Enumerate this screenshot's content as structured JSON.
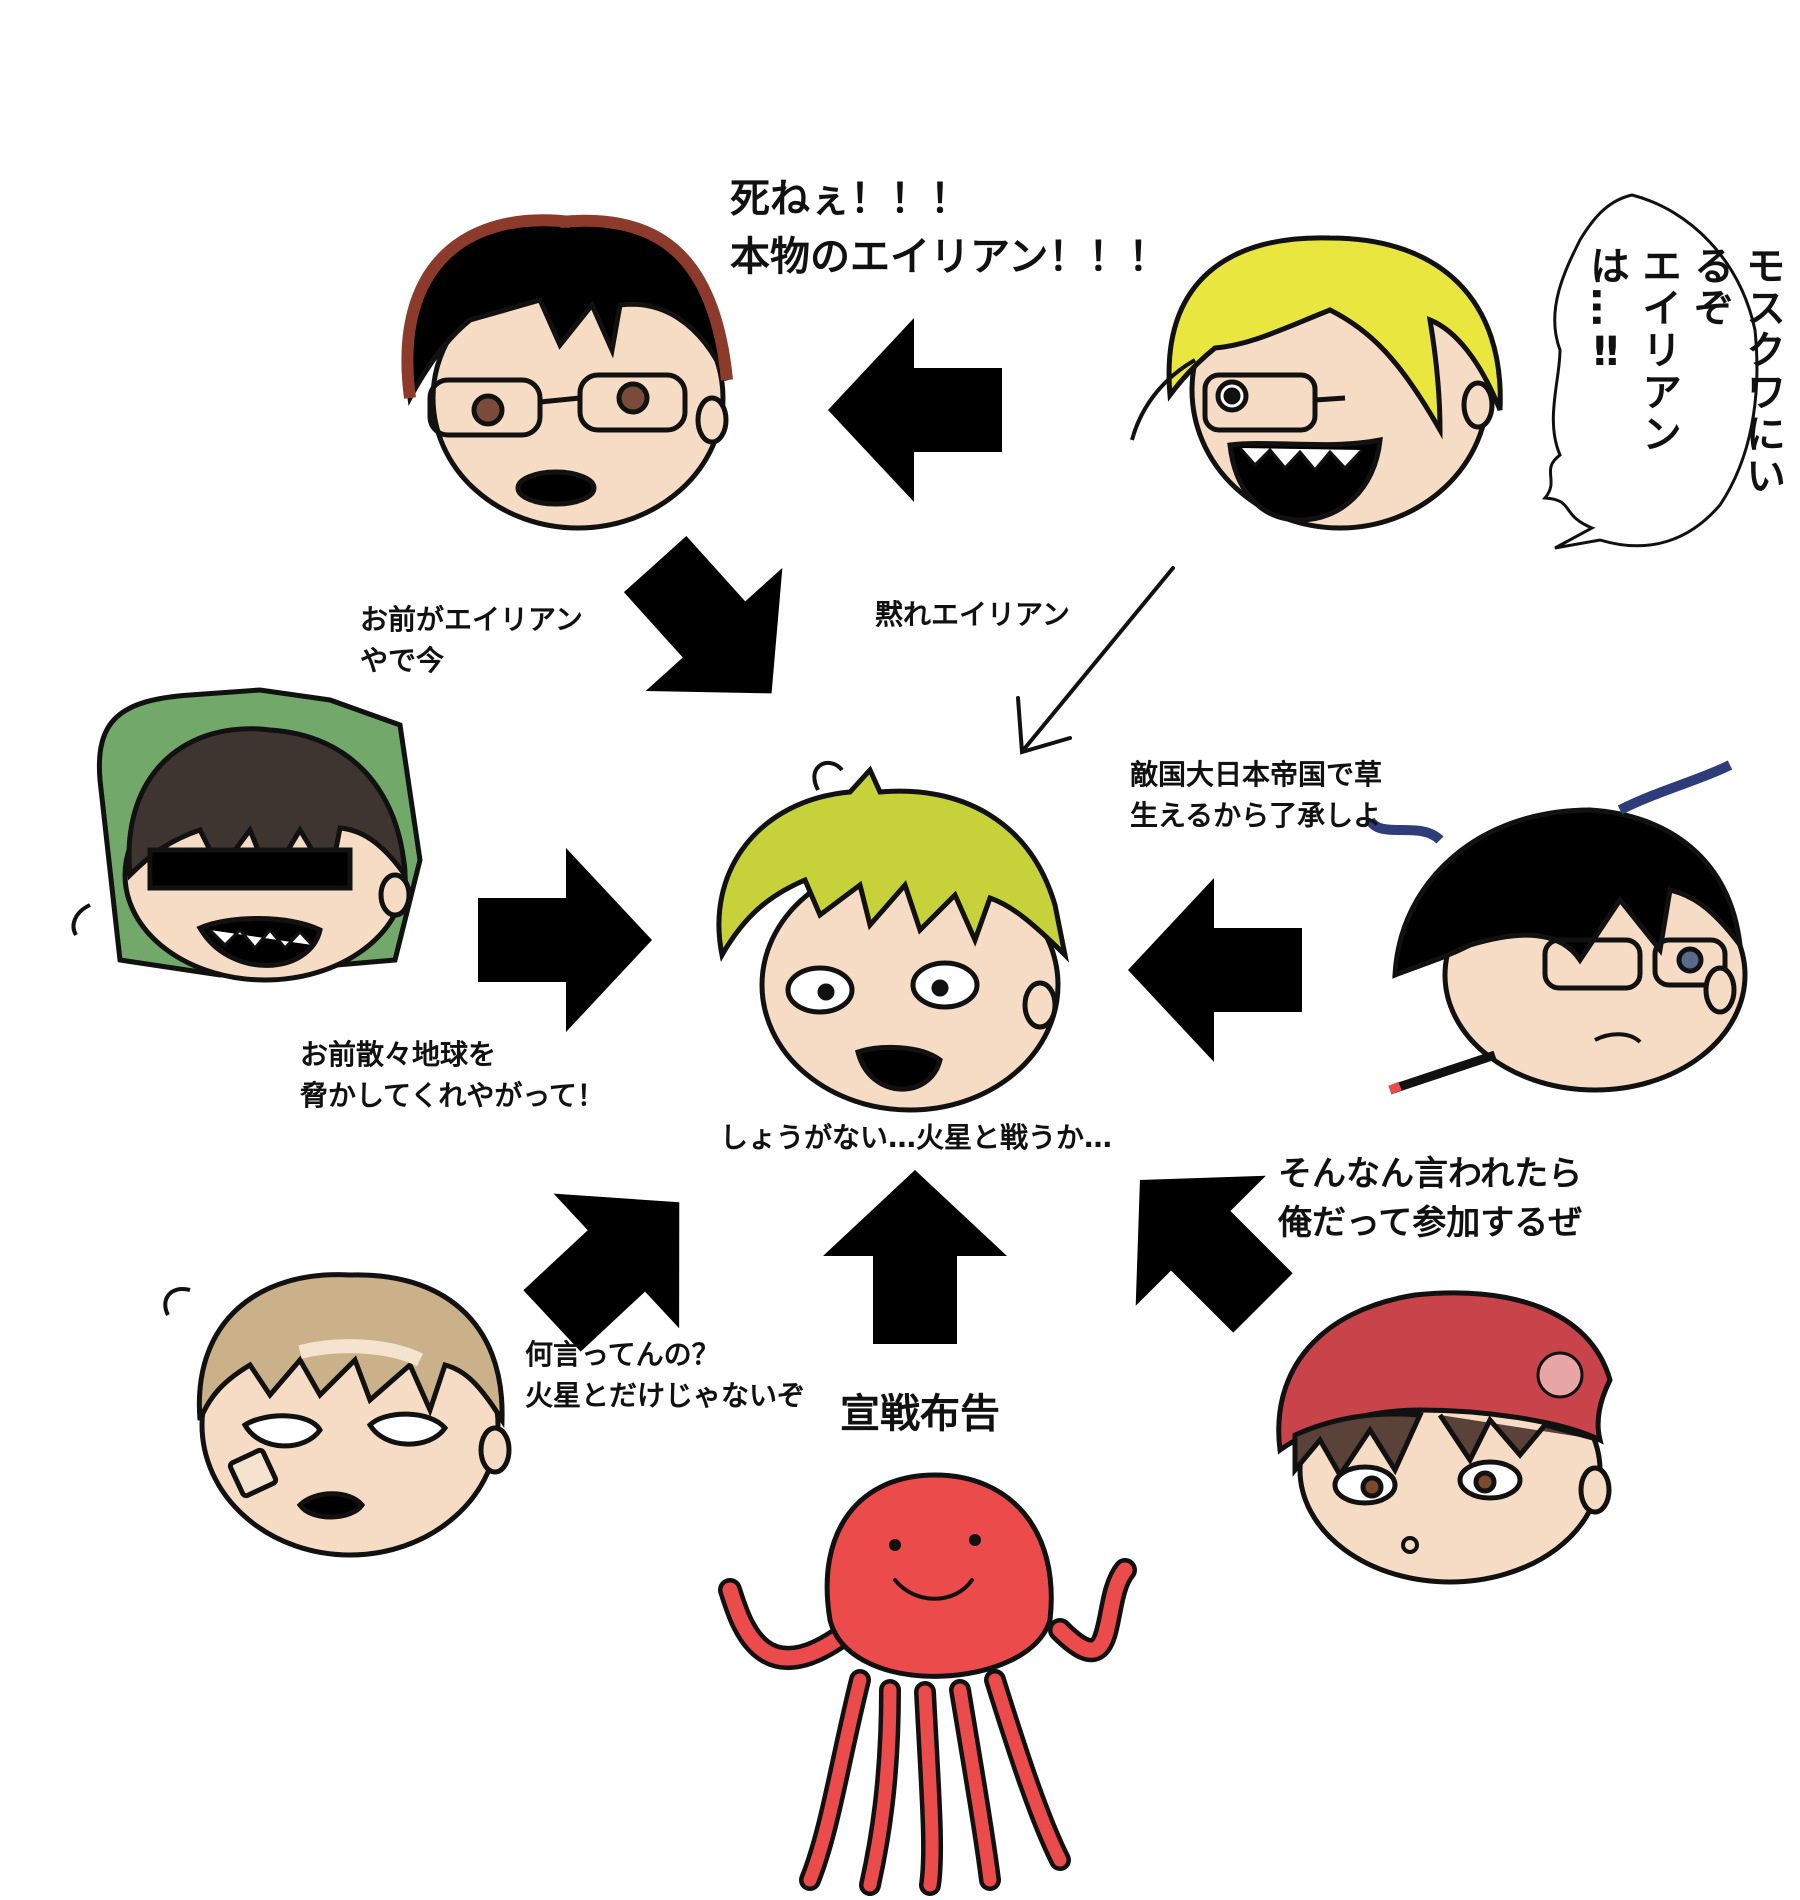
{
  "captions": {
    "top_shout": "死ねぇ！！！\n本物のエイリアン！！！",
    "speech_bubble": "モスクワにいるぞ\nエイリアンは…‼︎",
    "left_accuse": "お前がエイリアン\nやで今",
    "thin_arrow": "黙れエイリアン",
    "right_enemy": "敵国大日本帝国で草\n生えるから了承しよ",
    "left_earth": "お前散々地球を\n脅かしてくれやがって！",
    "center_mars": "しょうがない…火星と戦うか…",
    "right_join": "そんなん言われたら\n俺だって参加するぜ",
    "bottom_left": "何言ってんの？\n火星とだけじゃないぞ",
    "declaration": "宣戦布告"
  },
  "characters": [
    {
      "id": "glasses-brown-hair",
      "hair": "#000000",
      "trim": "#8b3a2c"
    },
    {
      "id": "blond-glasses",
      "hair": "#e9e640"
    },
    {
      "id": "green-hood",
      "hood": "#72a86a",
      "hair": "#3f3530"
    },
    {
      "id": "center-blond",
      "hair": "#c7d23a"
    },
    {
      "id": "dark-blue-hair",
      "hair": "#000000",
      "tint": "#2e3d7a"
    },
    {
      "id": "bandaged-tan",
      "hair": "#cbb18a"
    },
    {
      "id": "red-beanie",
      "hat": "#c9434b",
      "hair": "#5a4238"
    },
    {
      "id": "red-octopus-alien",
      "body": "#ec4b4b"
    }
  ],
  "colors": {
    "skin": "#f7dcc5",
    "ink": "#111111"
  }
}
